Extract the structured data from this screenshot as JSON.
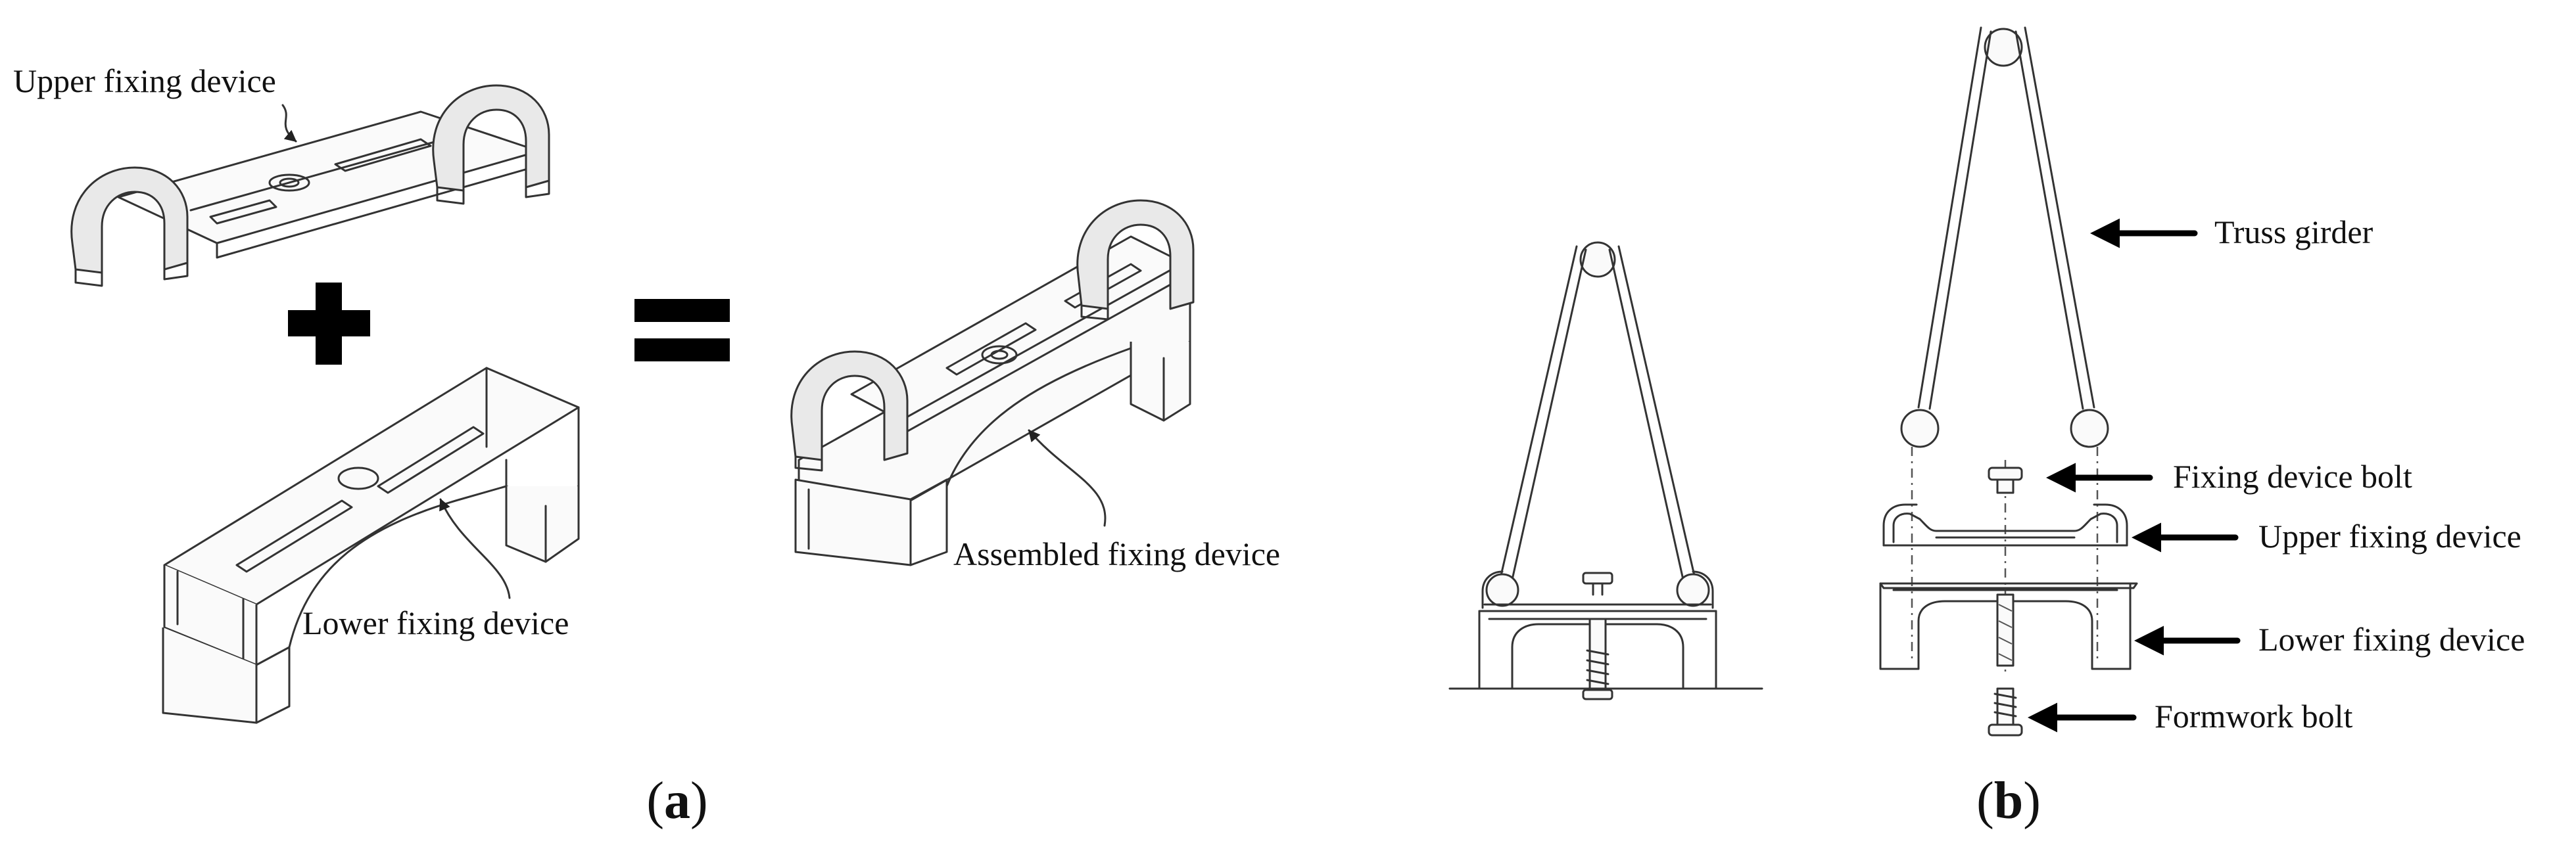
{
  "panel_a": {
    "caption_open": "(",
    "caption_letter": "a",
    "caption_close": ")",
    "labels": {
      "upper": "Upper fixing device",
      "lower": "Lower fixing device",
      "assembled": "Assembled fixing device"
    }
  },
  "panel_b": {
    "caption_open": "(",
    "caption_letter": "b",
    "caption_close": ")",
    "labels": {
      "truss": "Truss girder",
      "bolt": "Fixing device bolt",
      "upper": "Upper fixing device",
      "lower": "Lower fixing device",
      "formwork": "Formwork bolt"
    }
  }
}
